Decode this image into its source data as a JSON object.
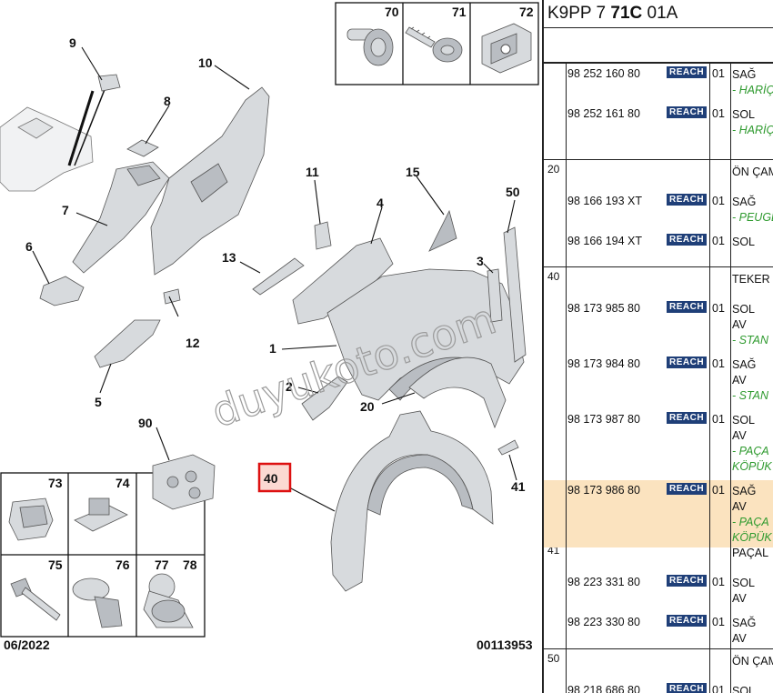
{
  "diagram": {
    "callouts": [
      "1",
      "2",
      "3",
      "4",
      "5",
      "6",
      "7",
      "8",
      "9",
      "10",
      "11",
      "12",
      "13",
      "15",
      "20",
      "40",
      "41",
      "50",
      "90",
      "70",
      "71",
      "72",
      "73",
      "74",
      "75",
      "76",
      "77",
      "78"
    ],
    "highlighted_callout": "40",
    "date": "06/2022",
    "diagram_code": "00113953",
    "watermark": "duyukoto.com"
  },
  "panel": {
    "header_parts": [
      "K9PP 7 ",
      "71C",
      " 01A"
    ],
    "groups": [
      {
        "ref": "",
        "rows": [
          {
            "pn": "98 252 160 80",
            "badge": "REACH",
            "qty": "01",
            "desc": [
              "SAĞ",
              "- HARİÇ"
            ],
            "highlight": false
          },
          {
            "pn": "98 252 161 80",
            "badge": "REACH",
            "qty": "01",
            "desc": [
              "SOL",
              "- HARİÇ"
            ],
            "highlight": false
          }
        ]
      },
      {
        "ref": "20",
        "rows": [
          {
            "pn": "",
            "badge": "",
            "qty": "",
            "desc": [
              "ÖN ÇAM"
            ],
            "highlight": false
          },
          {
            "pn": "98 166 193 XT",
            "badge": "REACH",
            "qty": "01",
            "desc": [
              "SAĞ",
              "- PEUGE"
            ],
            "highlight": false
          },
          {
            "pn": "98 166 194 XT",
            "badge": "REACH",
            "qty": "01",
            "desc": [
              "SOL"
            ],
            "highlight": false
          }
        ]
      },
      {
        "ref": "40",
        "rows": [
          {
            "pn": "",
            "badge": "",
            "qty": "",
            "desc": [
              "TEKER"
            ],
            "highlight": false
          },
          {
            "pn": "98 173 985 80",
            "badge": "REACH",
            "qty": "01",
            "desc": [
              "SOL",
              "AV",
              "- STAN"
            ],
            "highlight": false
          },
          {
            "pn": "98 173 984 80",
            "badge": "REACH",
            "qty": "01",
            "desc": [
              "SAĞ",
              "AV",
              "- STAN"
            ],
            "highlight": false
          },
          {
            "pn": "98 173 987 80",
            "badge": "REACH",
            "qty": "01",
            "desc": [
              "SOL",
              "AV",
              "- PAÇA",
              "KÖPÜK"
            ],
            "highlight": false
          },
          {
            "pn": "98 173 986 80",
            "badge": "REACH",
            "qty": "01",
            "desc": [
              "SAĞ",
              "AV",
              "- PAÇA",
              "KÖPÜK"
            ],
            "highlight": true
          }
        ]
      },
      {
        "ref": "41",
        "rows": [
          {
            "pn": "",
            "badge": "",
            "qty": "",
            "desc": [
              "PAÇAL"
            ],
            "highlight": false
          },
          {
            "pn": "98 223 331 80",
            "badge": "REACH",
            "qty": "01",
            "desc": [
              "SOL",
              "AV"
            ],
            "highlight": false
          },
          {
            "pn": "98 223 330 80",
            "badge": "REACH",
            "qty": "01",
            "desc": [
              "SAĞ",
              "AV"
            ],
            "highlight": false
          }
        ]
      },
      {
        "ref": "50",
        "rows": [
          {
            "pn": "",
            "badge": "",
            "qty": "",
            "desc": [
              "ÖN ÇAM"
            ],
            "highlight": false
          },
          {
            "pn": "98 218 686 80",
            "badge": "REACH",
            "qty": "01",
            "desc": [
              "SOL"
            ],
            "highlight": false
          }
        ]
      }
    ]
  }
}
